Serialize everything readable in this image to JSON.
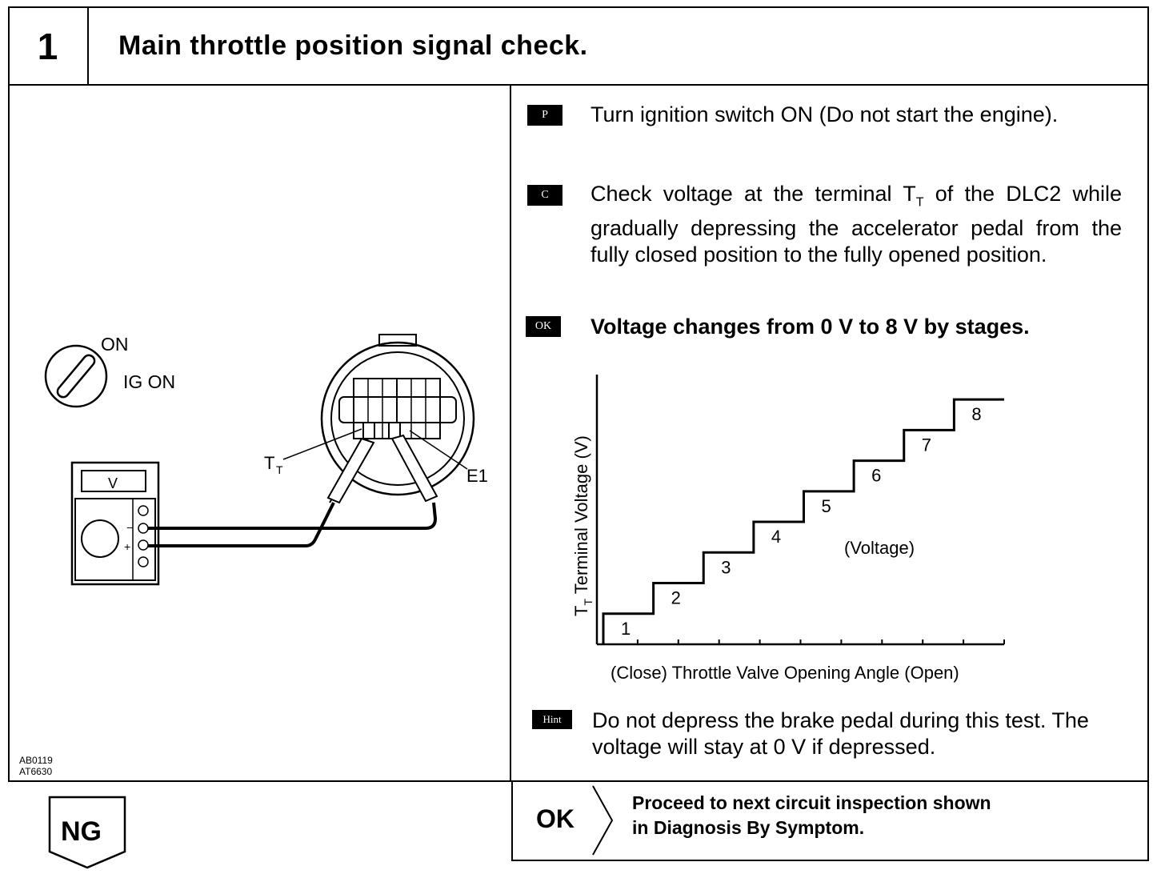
{
  "header": {
    "step_number": "1",
    "title": "Main throttle position signal check."
  },
  "illustration": {
    "ignition_on": "ON",
    "ignition_ig_on": "IG ON",
    "meter_label": "V",
    "meter_minus": "−",
    "meter_plus": "+",
    "terminal_tt_main": "T",
    "terminal_tt_sub": "T",
    "terminal_e1": "E1",
    "code_1": "AB0119",
    "code_2": "AT6630"
  },
  "steps": {
    "prep_badge": "P",
    "prep_text": "Turn ignition switch ON (Do not start the engine).",
    "check_badge": "C",
    "check_text_a": "Check voltage at the terminal T",
    "check_text_sub": "T",
    "check_text_b": " of the DLC2 while gradually depressing the accelerator pedal from the fully closed position to the fully opened position.",
    "ok_badge": "OK",
    "ok_text": "Voltage changes from 0 V to 8 V by stages.",
    "hint_badge": "Hint",
    "hint_text": "Do not depress the brake pedal during this test. The voltage will stay at 0 V if depressed."
  },
  "chart_data": {
    "type": "line",
    "ylabel_main": "T",
    "ylabel_sub": "T",
    "ylabel_rest": " Terminal Voltage (V)",
    "xlabel": "(Close) Throttle Valve Opening Angle (Open)",
    "annotation": "(Voltage)",
    "step_labels": [
      "1",
      "2",
      "3",
      "4",
      "5",
      "6",
      "7",
      "8"
    ],
    "values": [
      1,
      2,
      3,
      4,
      5,
      6,
      7,
      8
    ],
    "ylim": [
      0,
      8.5
    ],
    "x_ticks": 10
  },
  "results": {
    "ok_label": "OK",
    "ok_line1": "Proceed to next circuit inspection shown",
    "ok_line2": "in Diagnosis By Symptom.",
    "ng_label": "NG"
  }
}
